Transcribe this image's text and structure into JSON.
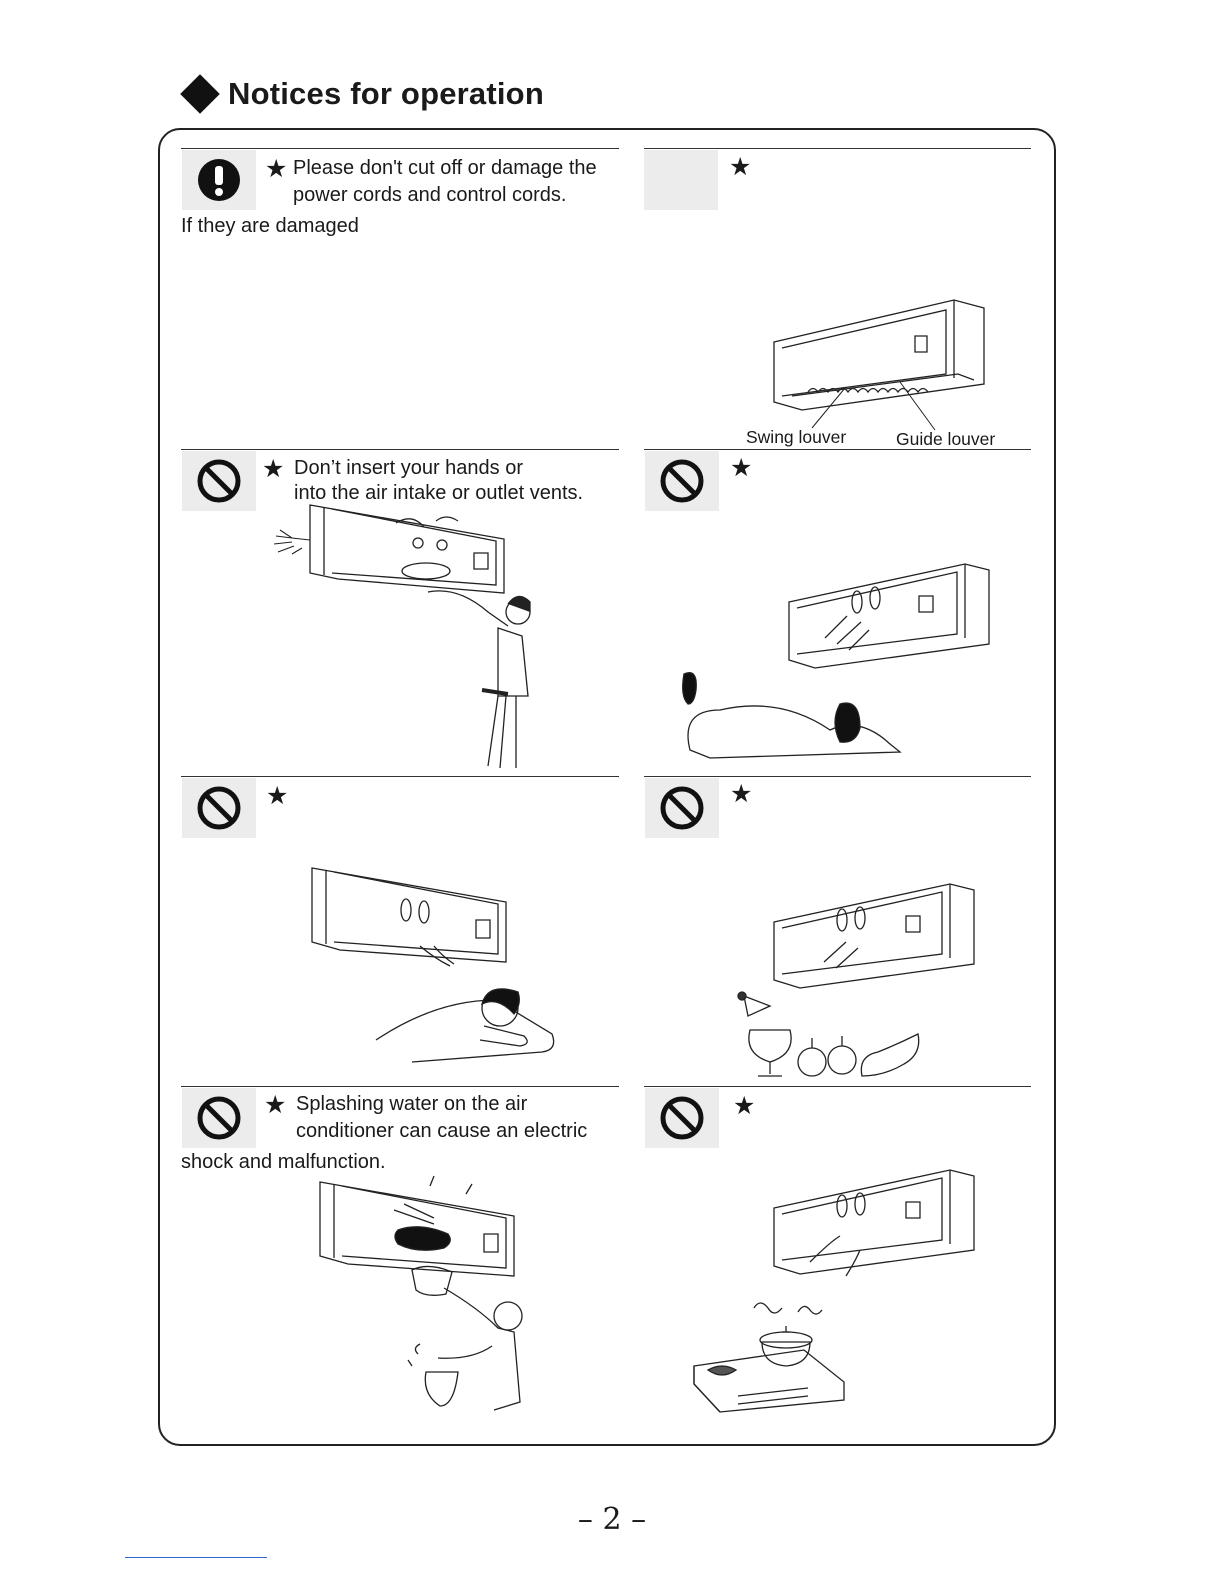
{
  "header": {
    "title": "Notices for operation"
  },
  "star": "★",
  "cells": [
    {
      "icon": "exclamation-icon",
      "lines": [
        "Please don't cut off or damage the",
        "power cords and control cords."
      ],
      "extra": "If they are damaged"
    },
    {
      "icon": "blank",
      "lines": [],
      "labels": [
        "Swing louver",
        "Guide louver"
      ]
    },
    {
      "icon": "prohibition-icon",
      "lines": [
        "Don’t insert your hands or",
        "into the air intake or outlet vents."
      ]
    },
    {
      "icon": "prohibition-icon",
      "lines": []
    },
    {
      "icon": "prohibition-icon",
      "lines": []
    },
    {
      "icon": "prohibition-icon",
      "lines": []
    },
    {
      "icon": "prohibition-icon",
      "lines": [
        "Splashing water on the air",
        "conditioner can cause an electric"
      ],
      "extra": "shock and malfunction."
    },
    {
      "icon": "prohibition-icon",
      "lines": []
    }
  ],
  "footer": {
    "page_number": "– 2 –"
  }
}
